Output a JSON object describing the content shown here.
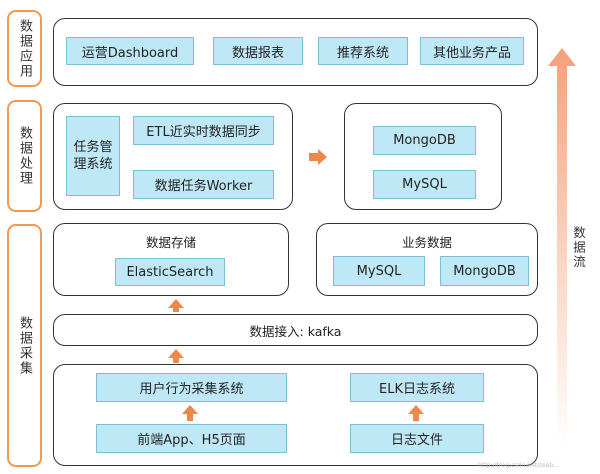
{
  "layers": {
    "app": "数据应用",
    "process": "数据处理",
    "collect": "数据采集"
  },
  "app_layer": {
    "items": [
      "运营Dashboard",
      "数据报表",
      "推荐系统",
      "其他业务产品"
    ]
  },
  "process_layer": {
    "task_mgmt": "任务管理系统",
    "etl": "ETL近实时数据同步",
    "worker": "数据任务Worker",
    "mongodb": "MongoDB",
    "mysql": "MySQL"
  },
  "storage": {
    "title": "数据存储",
    "elasticsearch": "ElasticSearch"
  },
  "business_data": {
    "title": "业务数据",
    "mysql": "MySQL",
    "mongodb": "MongoDB"
  },
  "ingest": {
    "label": "数据接入: kafka"
  },
  "sources": {
    "behavior": "用户行为采集系统",
    "elk": "ELK日志系统",
    "frontend": "前端App、H5页面",
    "logfile": "日志文件"
  },
  "flow_label": "数据流",
  "watermark": "http://blog.csdn.net/zeeb...",
  "colors": {
    "accent": "#f0874a",
    "box_fill": "#bfe8f7",
    "side_border": "#f29a52"
  }
}
